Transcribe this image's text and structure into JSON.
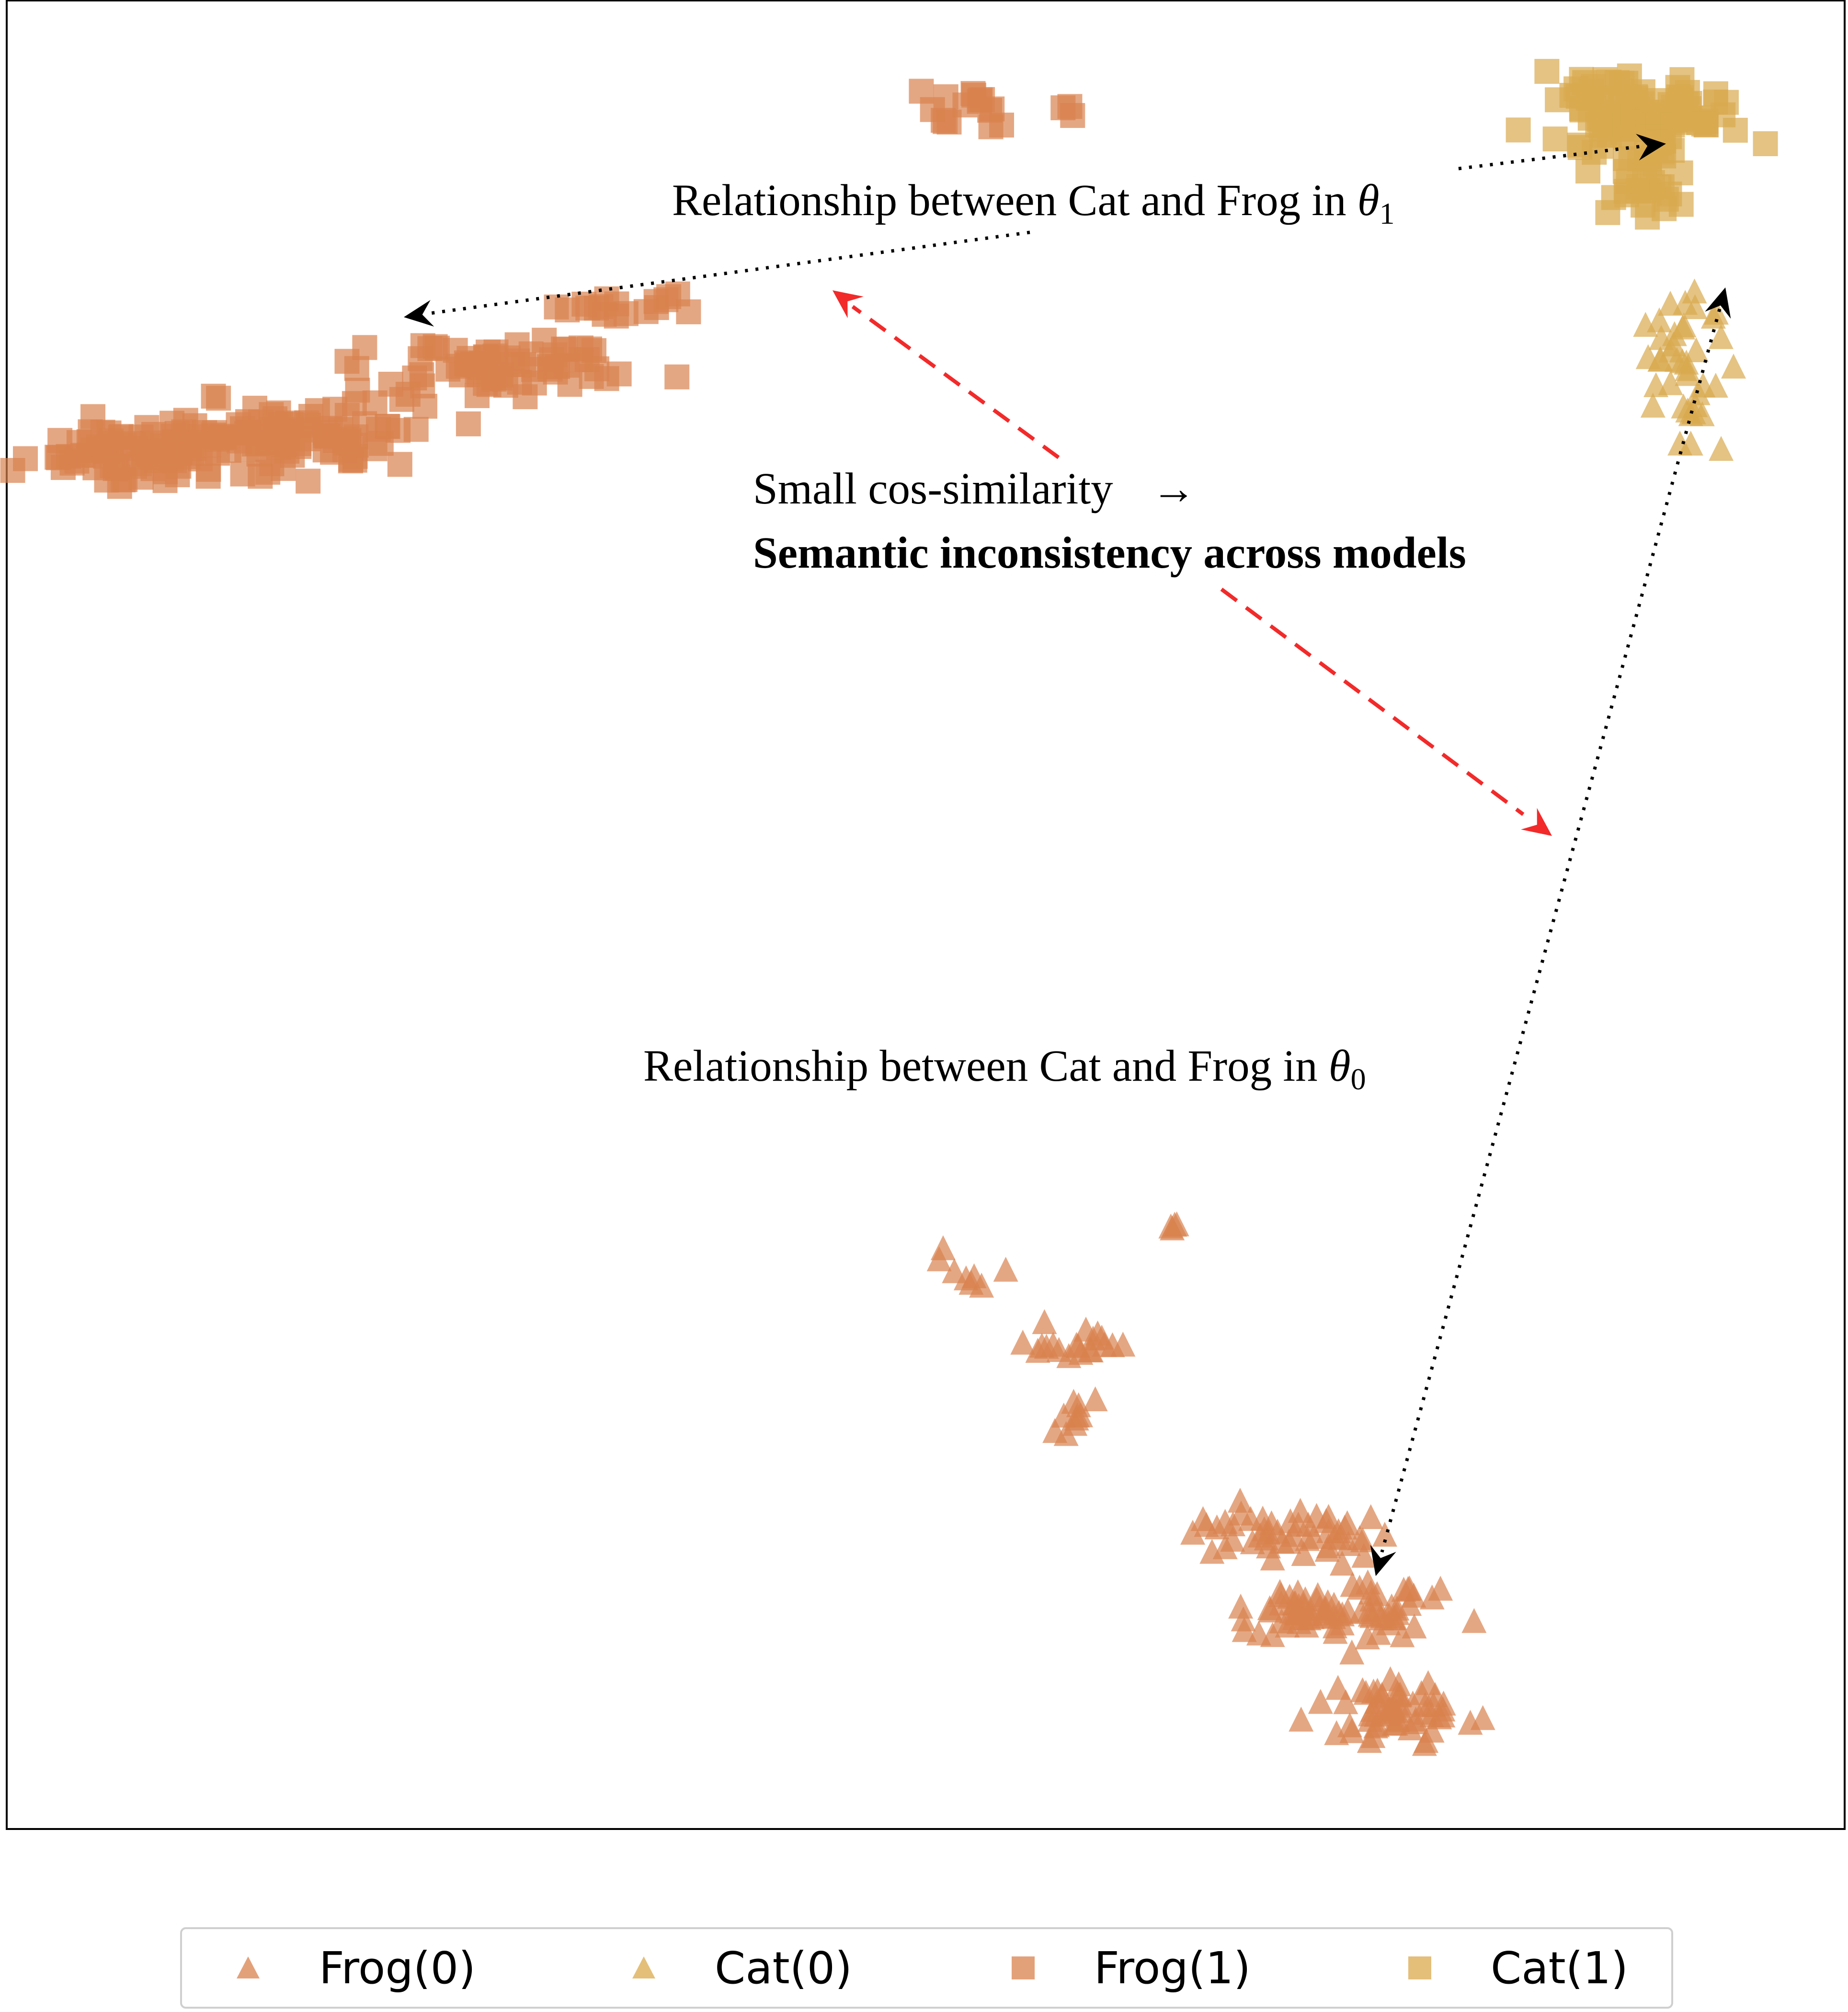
{
  "chart_data": {
    "type": "scatter",
    "title": "",
    "xlabel": "",
    "ylabel": "",
    "axes_ticks": "none",
    "grid": false,
    "legend_position": "bottom",
    "colors": {
      "frog": "#d9824e",
      "cat": "#d9aa4e",
      "annotation_red": "#f22a2a",
      "arrow_black": "#000000"
    },
    "series": [
      {
        "name": "Frog(0)",
        "marker": "triangle",
        "color": "#d9824e",
        "clusters": [
          {
            "cx": 2.11,
            "cy": 1.32,
            "rx": 0.08,
            "ry": 0.06,
            "n": 8,
            "seed": 11
          },
          {
            "cx": 2.33,
            "cy": 1.14,
            "rx": 0.1,
            "ry": 0.04,
            "n": 20,
            "seed": 12
          },
          {
            "cx": 2.55,
            "cy": 1.42,
            "rx": 0.04,
            "ry": 0.02,
            "n": 4,
            "seed": 13
          },
          {
            "cx": 2.33,
            "cy": 0.99,
            "rx": 0.05,
            "ry": 0.05,
            "n": 10,
            "seed": 14
          },
          {
            "cx": 2.79,
            "cy": 0.7,
            "rx": 0.18,
            "ry": 0.06,
            "n": 50,
            "seed": 15
          },
          {
            "cx": 2.89,
            "cy": 0.52,
            "rx": 0.2,
            "ry": 0.07,
            "n": 80,
            "seed": 16
          },
          {
            "cx": 3.02,
            "cy": 0.28,
            "rx": 0.14,
            "ry": 0.06,
            "n": 60,
            "seed": 17
          }
        ]
      },
      {
        "name": "Cat(0)",
        "marker": "triangle",
        "color": "#d9aa4e",
        "clusters": [
          {
            "cx": 3.66,
            "cy": 3.46,
            "rx": 0.07,
            "ry": 0.18,
            "n": 40,
            "seed": 21
          }
        ]
      },
      {
        "name": "Frog(1)",
        "marker": "square",
        "color": "#d9824e",
        "clusters": [
          {
            "cx": 0.29,
            "cy": 3.24,
            "rx": 0.18,
            "ry": 0.06,
            "n": 90,
            "seed": 31
          },
          {
            "cx": 0.65,
            "cy": 3.28,
            "rx": 0.26,
            "ry": 0.08,
            "n": 90,
            "seed": 32
          },
          {
            "cx": 1.08,
            "cy": 3.44,
            "rx": 0.28,
            "ry": 0.06,
            "n": 70,
            "seed": 33
          },
          {
            "cx": 1.32,
            "cy": 3.58,
            "rx": 0.16,
            "ry": 0.03,
            "n": 18,
            "seed": 34
          },
          {
            "cx": 2.08,
            "cy": 4.03,
            "rx": 0.09,
            "ry": 0.06,
            "n": 16,
            "seed": 35
          },
          {
            "cx": 2.32,
            "cy": 4.04,
            "rx": 0.03,
            "ry": 0.02,
            "n": 3,
            "seed": 36
          }
        ]
      },
      {
        "name": "Cat(1)",
        "marker": "square",
        "color": "#d9aa4e",
        "clusters": [
          {
            "cx": 3.55,
            "cy": 4.03,
            "rx": 0.18,
            "ry": 0.08,
            "n": 110,
            "seed": 41
          },
          {
            "cx": 3.55,
            "cy": 3.88,
            "rx": 0.08,
            "ry": 0.08,
            "n": 30,
            "seed": 42
          }
        ]
      }
    ],
    "xlim": [
      0,
      4
    ],
    "ylim": [
      0,
      4.3
    ],
    "annotations": [
      {
        "text": "Relationship between Cat and Frog in ",
        "symbol": "θ",
        "subscript": "1"
      },
      {
        "text": "Relationship between Cat and Frog in ",
        "symbol": "θ",
        "subscript": "0"
      },
      {
        "text": "Small cos-similarity",
        "symbol": "→"
      },
      {
        "text": "Semantic inconsistency across models"
      }
    ]
  }
}
